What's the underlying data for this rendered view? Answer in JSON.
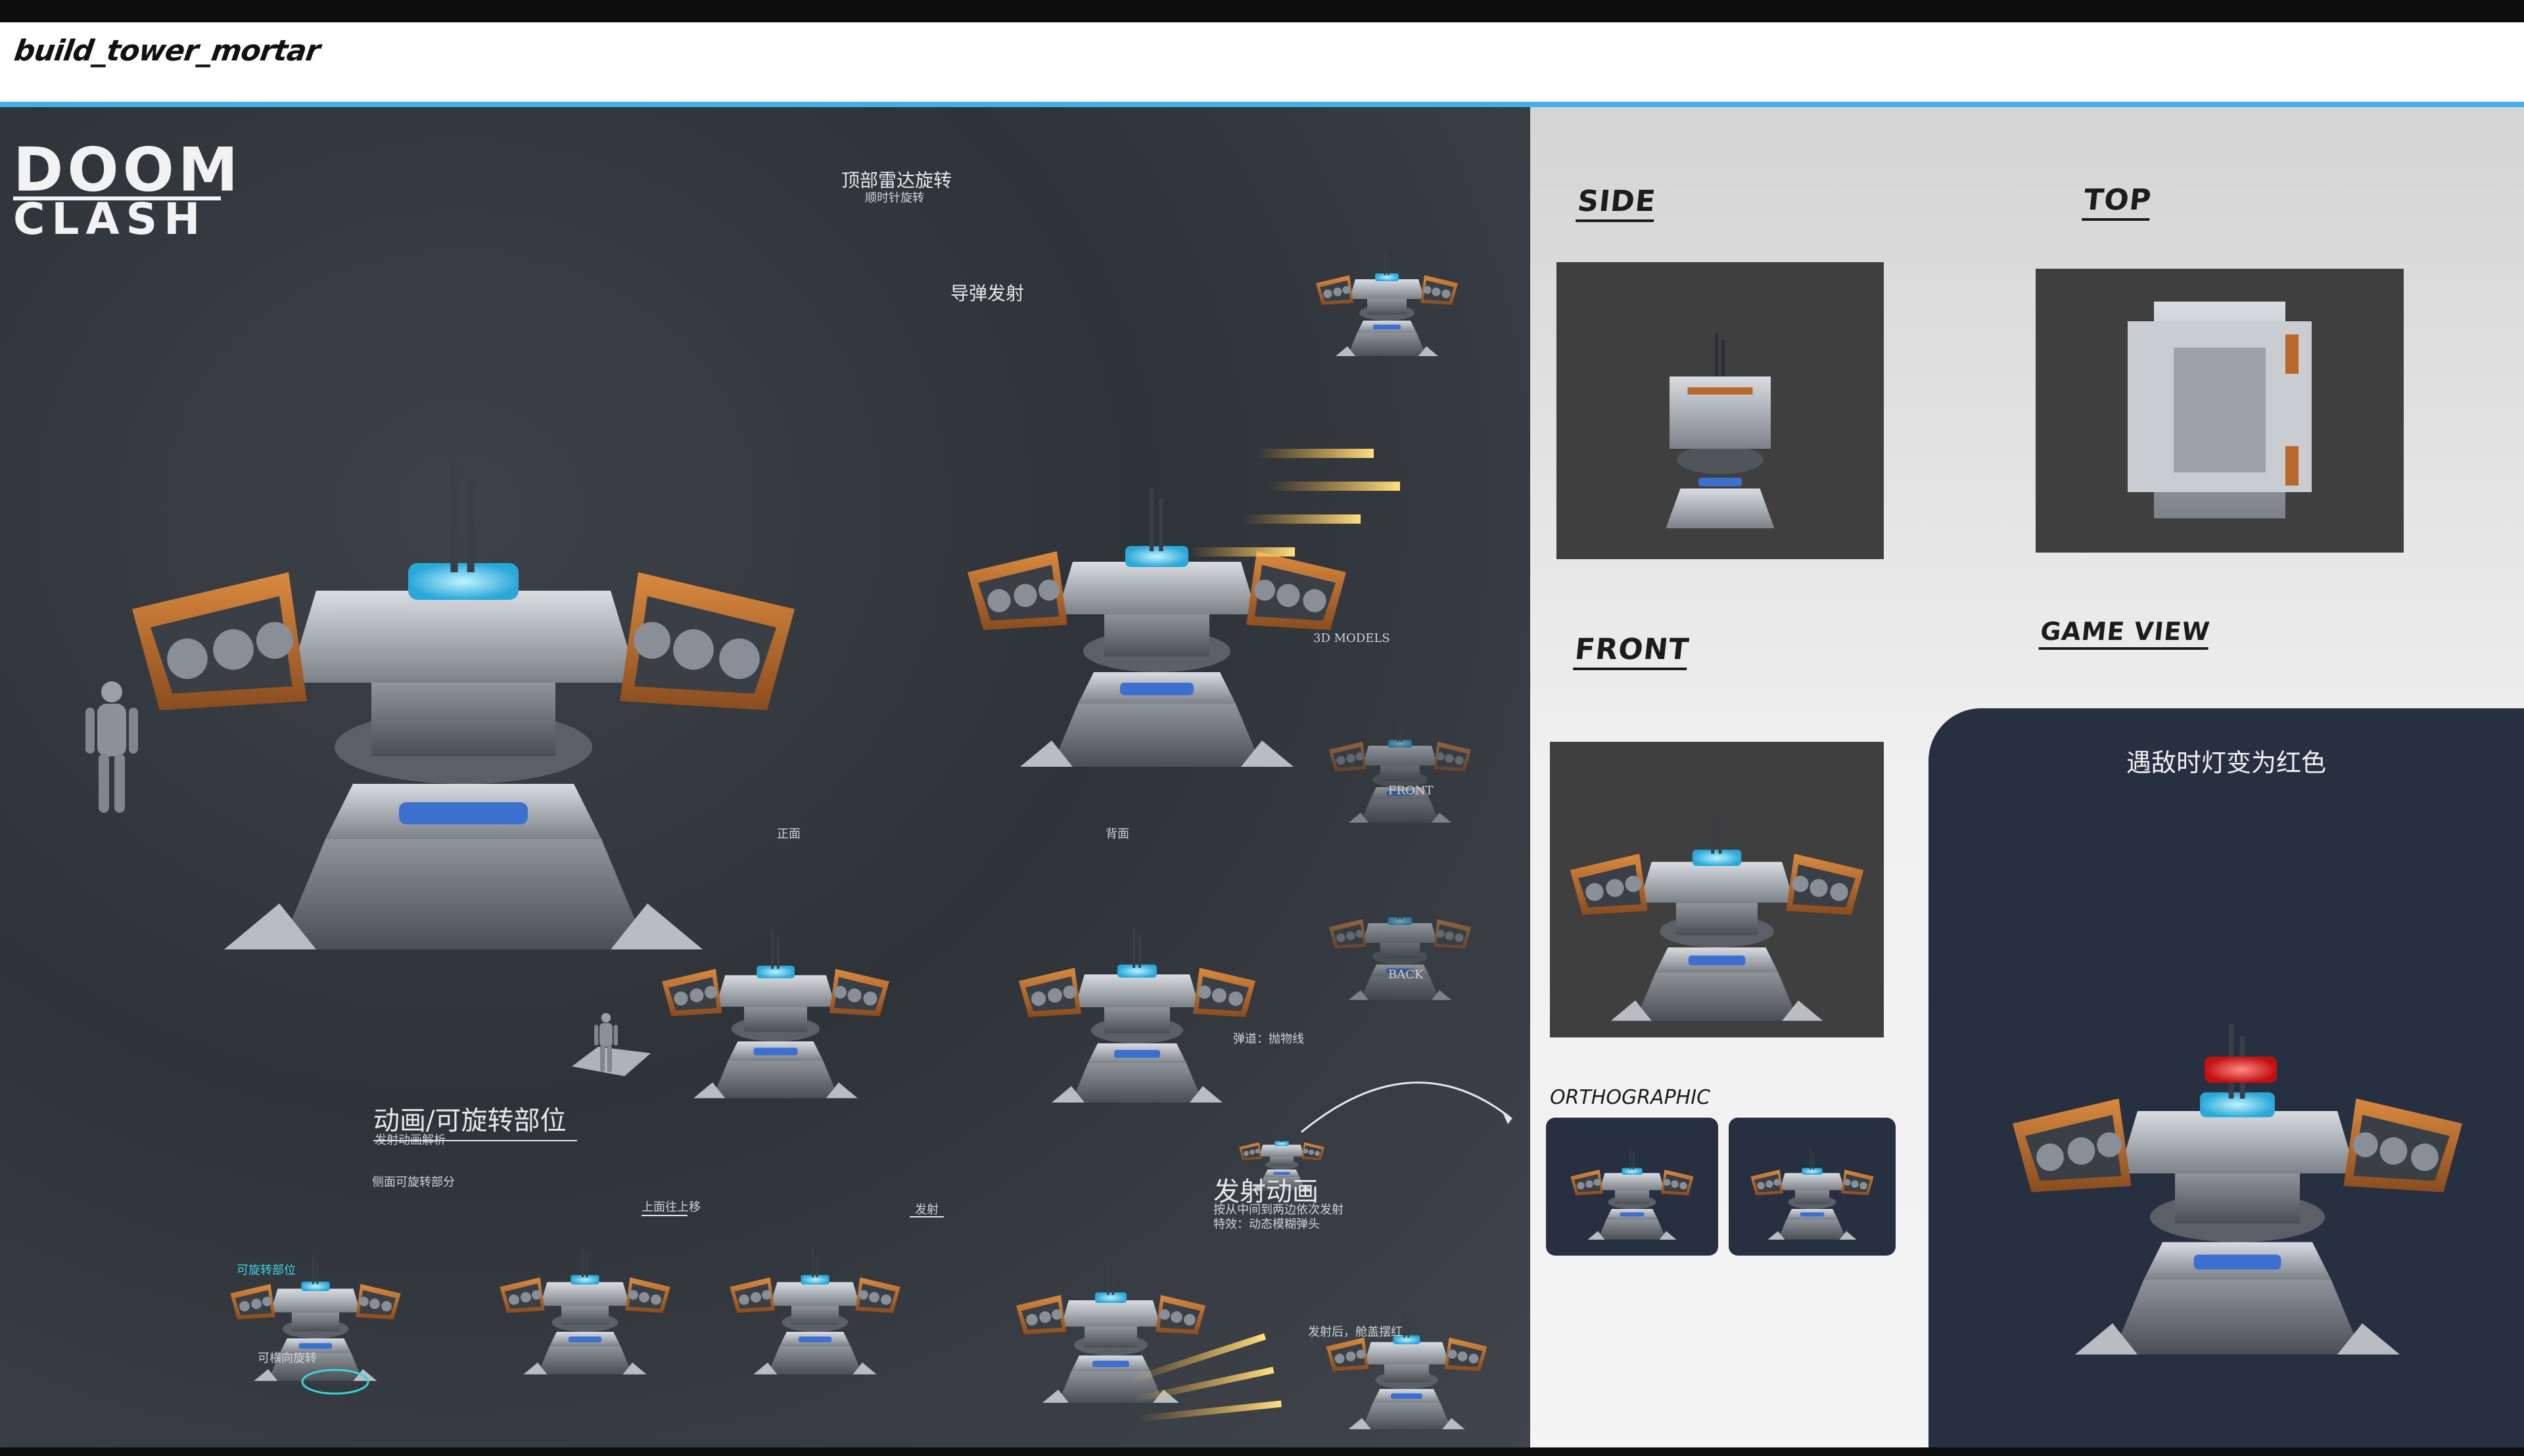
{
  "header": {
    "file_title": "build_tower_mortar"
  },
  "brand": {
    "logo_line1": "DOOM",
    "logo_line2": "CLASH"
  },
  "left": {
    "radar_label": "顶部雷达旋转",
    "radar_sub": "顺时针旋转",
    "missile_label": "导弹发射",
    "models_label": "3D MODELS",
    "front_small": "FRONT",
    "back_small": "BACK",
    "front_cn": "正面",
    "back_cn": "背面",
    "trajectory_label": "弹道：抛物线",
    "anim_title": "动画/可旋转部位",
    "anim_sub": "发射动画解析",
    "side_rotate": "侧面可旋转部分",
    "rotatable": "可旋转部位",
    "rotatable_sub": "可横向旋转",
    "up_down": "上面往上移",
    "fire": "发射",
    "fire_anim_title": "发射动画",
    "fire_anim_sub1": "按从中间到两边依次发射",
    "fire_anim_sub2": "特效：动态模糊弹头",
    "fire_after": "发射后，舱盖摆红"
  },
  "right": {
    "side_label": "SIDE",
    "top_label": "TOP",
    "front_label": "FRONT",
    "game_view_label": "GAME VIEW",
    "ortho_label": "ORTHOGRAPHIC",
    "game_view_caption": "遇敌时灯变为红色"
  },
  "colors": {
    "accent": "#3fb2ec",
    "panel_dark": "#2e3338",
    "orange_trim": "#b8682a",
    "glow_cyan": "#5fd8f0",
    "alert_red": "#e02020"
  },
  "icons": [
    "tower-render",
    "human-scale-figure",
    "missile-icon",
    "trajectory-arrow"
  ]
}
